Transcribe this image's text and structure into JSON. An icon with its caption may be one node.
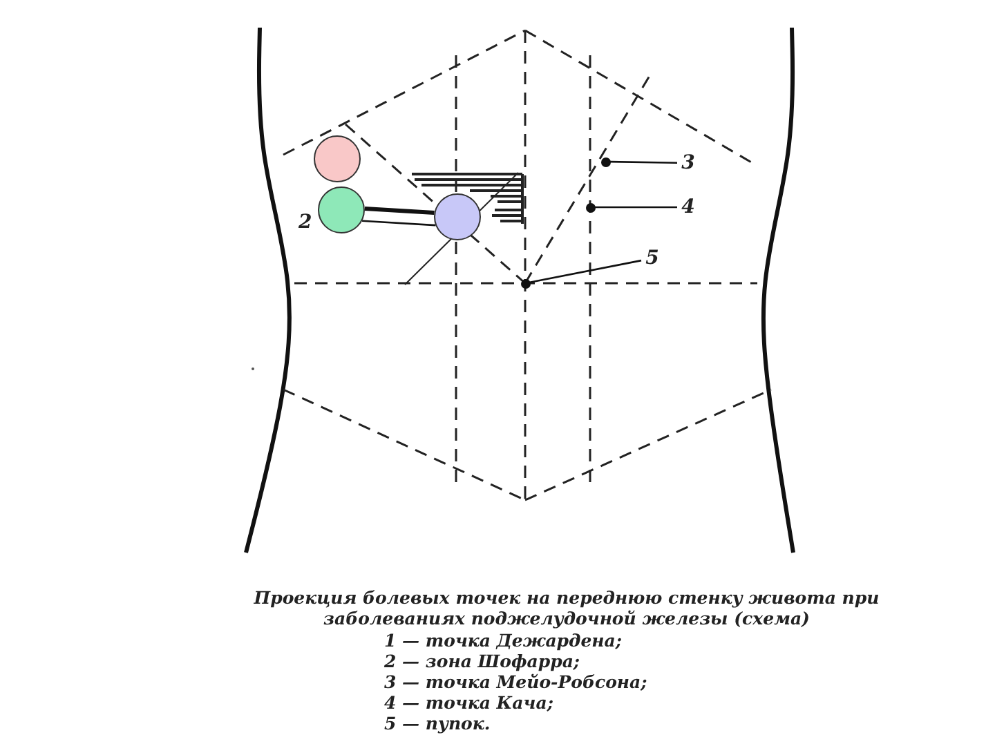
{
  "diagram": {
    "caption": "Проекция болевых точек на переднюю стенку живота при заболеваниях поджелудочной железы (схема)",
    "nodes": [
      {
        "text": [],
        "shape": "circle"
      },
      {
        "text": [],
        "shape": "circle"
      },
      {
        "text": [],
        "shape": "circle"
      },
      {
        "text": [
          "3"
        ]
      },
      {
        "text": [],
        "shape": "circle"
      },
      {
        "text": [
          "4"
        ]
      },
      {
        "text": [],
        "shape": "circle"
      },
      {
        "text": [
          "5"
        ]
      },
      {
        "text": [],
        "shape": "circle"
      }
    ],
    "edges": [
      {
        "from": 1,
        "to": 2,
        "arrow": "none",
        "style": "thick"
      },
      {
        "from": 1,
        "to": 2,
        "arrow": "none"
      },
      {
        "from": 3,
        "to": 4,
        "arrow": "none"
      },
      {
        "from": 5,
        "to": 6,
        "arrow": "none"
      },
      {
        "from": 7,
        "to": 8,
        "arrow": "none"
      }
    ],
    "labels": [
      "2",
      "1 — точка Дежардена;",
      "2 — зона Шофарра;",
      "3 — точка Мейо-Робсона;",
      "4 — точка Кача;",
      "5 — пупок."
    ]
  }
}
